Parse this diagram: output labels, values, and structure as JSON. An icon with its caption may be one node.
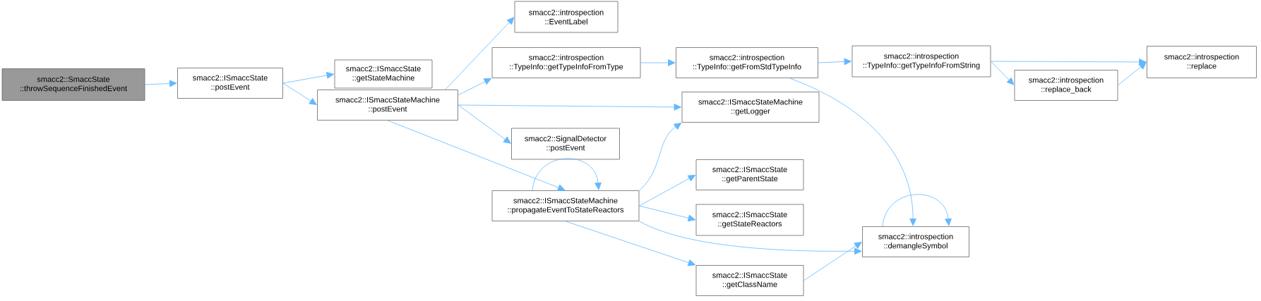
{
  "diagram": {
    "nodes": [
      {
        "text": [
          "smacc2::SmaccState ::throwSequenceFinishedEvent"
        ]
      },
      {
        "text": [
          "smacc2::ISmaccState ::postEvent"
        ]
      },
      {
        "text": [
          "smacc2::ISmaccState ::getStateMachine"
        ]
      },
      {
        "text": [
          "smacc2::ISmaccStateMachine ::postEvent"
        ]
      },
      {
        "text": [
          "smacc2::introspection ::EventLabel"
        ]
      },
      {
        "text": [
          "smacc2::introspection ::TypeInfo::getTypeInfoFromType"
        ]
      },
      {
        "text": [
          "smacc2::introspection ::TypeInfo::getFromStdTypeInfo"
        ]
      },
      {
        "text": [
          "smacc2::ISmaccStateMachine ::getLogger"
        ]
      },
      {
        "text": [
          "smacc2::SignalDetector ::postEvent"
        ]
      },
      {
        "text": [
          "smacc2::ISmaccStateMachine ::propagateEventToStateReactors"
        ]
      },
      {
        "text": [
          "smacc2::ISmaccState ::getParentState"
        ]
      },
      {
        "text": [
          "smacc2::ISmaccState ::getStateReactors"
        ]
      },
      {
        "text": [
          "smacc2::introspection ::demangleSymbol"
        ]
      },
      {
        "text": [
          "smacc2::ISmaccState ::getClassName"
        ]
      },
      {
        "text": [
          "smacc2::introspection ::TypeInfo::getTypeInfoFromString"
        ]
      },
      {
        "text": [
          "smacc2::introspection ::replace_back"
        ]
      },
      {
        "text": [
          "smacc2::introspection ::replace"
        ]
      }
    ],
    "edges": [
      {
        "from": 0,
        "to": 1,
        "arrow": "to"
      },
      {
        "from": 1,
        "to": 2,
        "arrow": "to"
      },
      {
        "from": 1,
        "to": 3,
        "arrow": "to"
      },
      {
        "from": 3,
        "to": 4,
        "arrow": "to"
      },
      {
        "from": 3,
        "to": 5,
        "arrow": "to"
      },
      {
        "from": 3,
        "to": 7,
        "arrow": "to"
      },
      {
        "from": 3,
        "to": 8,
        "arrow": "to"
      },
      {
        "from": 3,
        "to": 9,
        "arrow": "to"
      },
      {
        "from": 5,
        "to": 6,
        "arrow": "to"
      },
      {
        "from": 6,
        "to": 14,
        "arrow": "to"
      },
      {
        "from": 6,
        "to": 12,
        "arrow": "to"
      },
      {
        "from": 14,
        "to": 16,
        "arrow": "to"
      },
      {
        "from": 14,
        "to": 15,
        "arrow": "to"
      },
      {
        "from": 15,
        "to": 16,
        "arrow": "to"
      },
      {
        "from": 9,
        "to": 9,
        "arrow": "to"
      },
      {
        "from": 9,
        "to": 7,
        "arrow": "to"
      },
      {
        "from": 9,
        "to": 10,
        "arrow": "to"
      },
      {
        "from": 9,
        "to": 11,
        "arrow": "to"
      },
      {
        "from": 9,
        "to": 12,
        "arrow": "to"
      },
      {
        "from": 9,
        "to": 13,
        "arrow": "to"
      },
      {
        "from": 13,
        "to": 12,
        "arrow": "to"
      },
      {
        "from": 12,
        "to": 12,
        "arrow": "to"
      }
    ]
  }
}
